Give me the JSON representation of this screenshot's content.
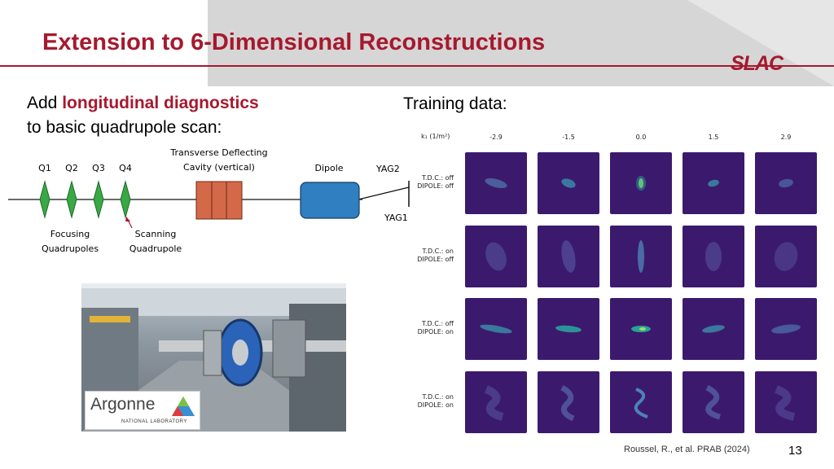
{
  "header": {
    "title": "Extension to 6-Dimensional Reconstructions",
    "logo_text": "SLAC"
  },
  "bullet": {
    "prefix": "Add ",
    "highlight": "longitudinal diagnostics",
    "line2": "to basic quadrupole scan:"
  },
  "training_label": "Training data:",
  "diagram": {
    "quads": [
      "Q1",
      "Q2",
      "Q3",
      "Q4"
    ],
    "tdc_label_1": "Transverse Deflecting",
    "tdc_label_2": "Cavity (vertical)",
    "dipole_label": "Dipole",
    "yag2": "YAG2",
    "yag1": "YAG1",
    "focusing_1": "Focusing",
    "focusing_2": "Quadrupoles",
    "scanning_1": "Scanning",
    "scanning_2": "Quadrupole"
  },
  "photo_logo": {
    "name": "Argonne",
    "sub": "NATIONAL LABORATORY"
  },
  "grid": {
    "k_label": "k₁ (1/m²)",
    "columns": [
      "-2.9",
      "-1.5",
      "0.0",
      "1.5",
      "2.9"
    ],
    "rows": [
      {
        "line1": "T.D.C.: off",
        "line2": "DIPOLE: off"
      },
      {
        "line1": "T.D.C.: on",
        "line2": "DIPOLE: off"
      },
      {
        "line1": "T.D.C.: off",
        "line2": "DIPOLE: on"
      },
      {
        "line1": "T.D.C.: on",
        "line2": "DIPOLE: on"
      }
    ]
  },
  "citation": "Roussel, R., et al. PRAB (2024)",
  "page_number": "13",
  "colors": {
    "accent": "#a6192e",
    "quad_green": "#3aa845",
    "tdc_orange": "#d4694a",
    "dipole_blue": "#2f7fc1",
    "beam_bg": "#3b1a6e"
  }
}
